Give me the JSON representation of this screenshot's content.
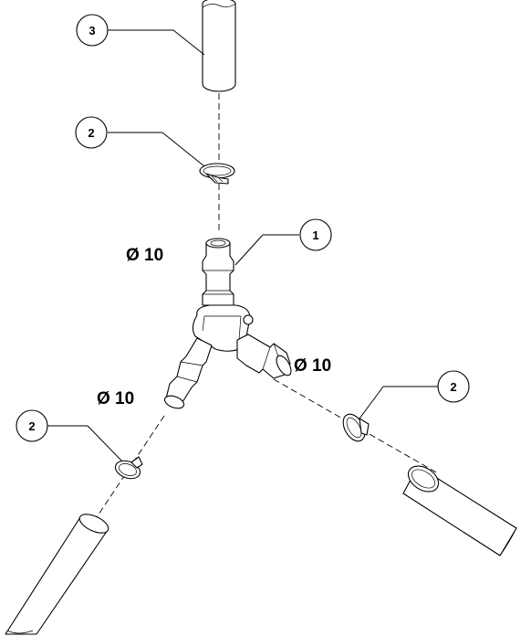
{
  "callouts": {
    "top_tube": "3",
    "top_clamp": "2",
    "connector": "1",
    "right_clamp": "2",
    "left_clamp": "2"
  },
  "dimensions": {
    "top_branch": "Ø 10",
    "right_branch": "Ø 10",
    "left_branch": "Ø 10"
  }
}
